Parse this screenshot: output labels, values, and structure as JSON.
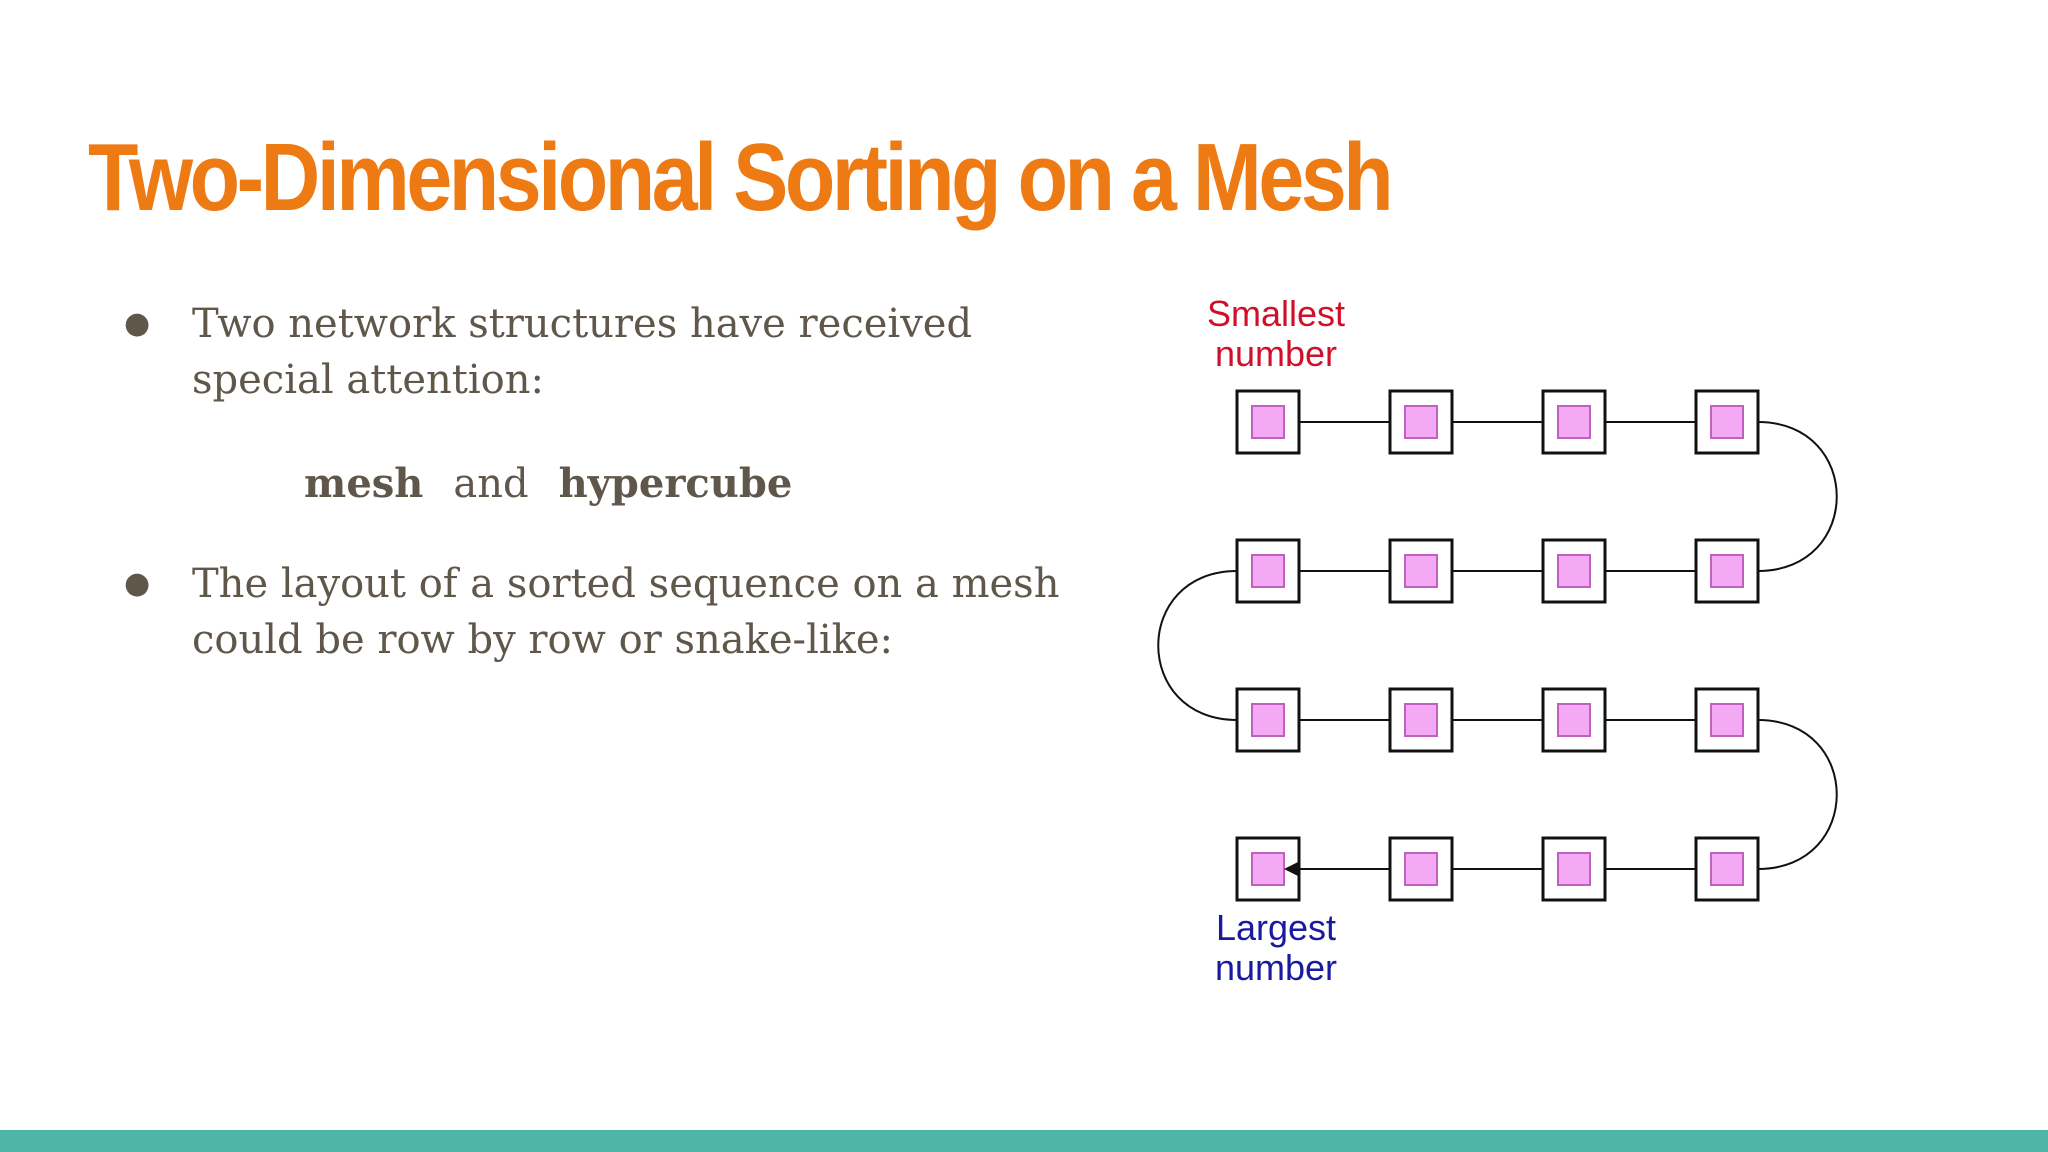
{
  "slide": {
    "title": "Two-Dimensional Sorting on a Mesh",
    "bullets": [
      "Two network structures have received special attention:",
      "The layout of a sorted sequence on a mesh could be row by row or snake-like:"
    ],
    "subline": {
      "left": "mesh",
      "middle": "and",
      "right": "hypercube"
    }
  },
  "diagram": {
    "rows": 4,
    "cols": 4,
    "top_label": [
      "Smallest",
      "number"
    ],
    "bottom_label": [
      "Largest",
      "number"
    ]
  },
  "colors": {
    "title": "#ee7a14",
    "body_text": "#5f574a",
    "footer_bar": "#4fb5a6",
    "node_fill": "#f4a9f4",
    "node_border": "#c060c0",
    "top_label": "#d0102a",
    "bottom_label": "#1a1aa0",
    "line": "#111111"
  }
}
